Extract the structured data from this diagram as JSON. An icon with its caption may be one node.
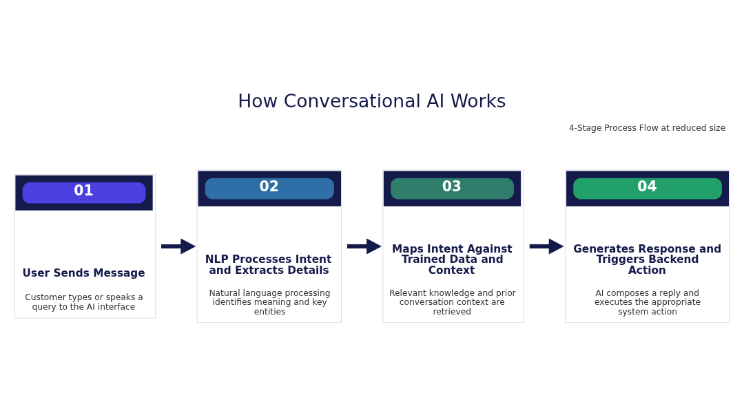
{
  "diagram": {
    "title": "How Conversational AI Works",
    "nodes": [
      {
        "text": [
          "01",
          "User Sends Message",
          "Customer types or speaks a query to the AI interface"
        ]
      },
      {
        "text": [
          "02",
          "NLP Processes Intent and Extracts Details",
          "Natural language processing identifies meaning and key entities"
        ]
      },
      {
        "text": [
          "03",
          "Maps Intent Against Trained Data and Context",
          "Relevant knowledge and prior conversation context are retrieved"
        ]
      },
      {
        "text": [
          "04",
          "Generates Response and Triggers Backend Action",
          "AI composes a reply and executes the appropriate system action"
        ]
      }
    ],
    "edges": [
      {
        "from": 0,
        "to": 1,
        "arrow": "to"
      },
      {
        "from": 1,
        "to": 2,
        "arrow": "to"
      },
      {
        "from": 2,
        "to": 3,
        "arrow": "to"
      }
    ],
    "labels": [
      "4-Stage Process Flow at reduced size"
    ]
  }
}
